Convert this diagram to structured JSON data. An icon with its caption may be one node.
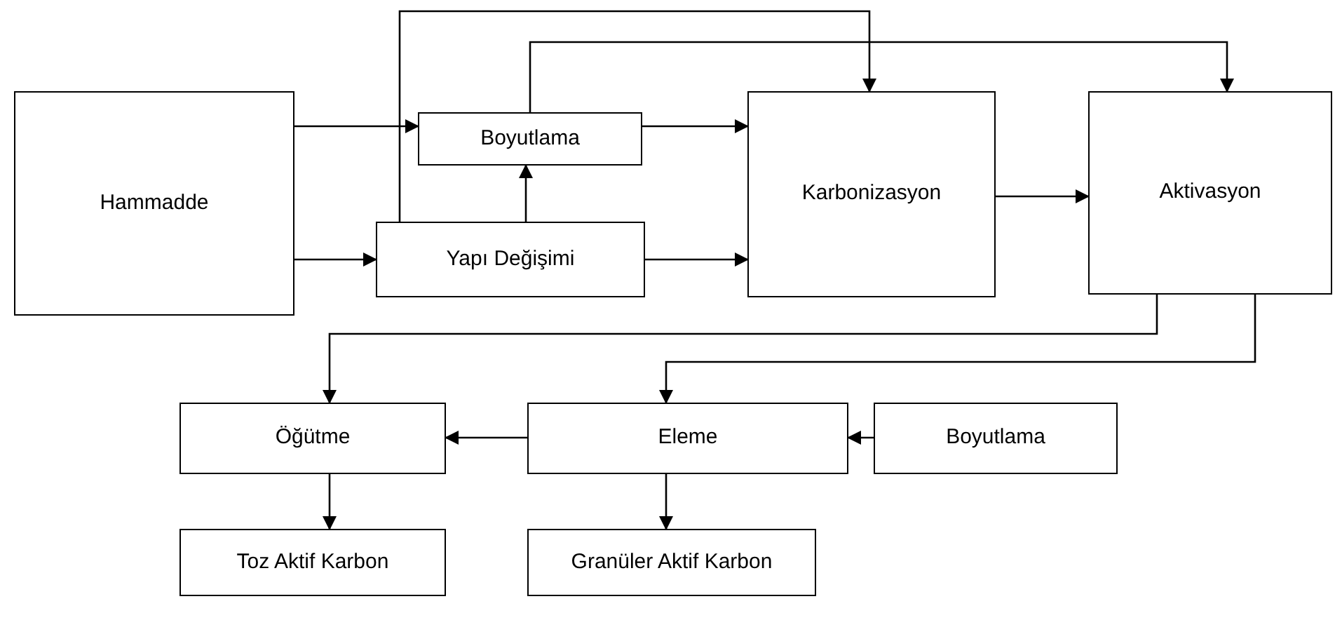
{
  "diagram": {
    "nodes": [
      {
        "text": [
          "Hammadde"
        ]
      },
      {
        "text": [
          "Boyutlama"
        ]
      },
      {
        "text": [
          "Yapı Değişimi"
        ]
      },
      {
        "text": [
          "Karbonizasyon"
        ]
      },
      {
        "text": [
          "Aktivasyon"
        ]
      },
      {
        "text": [
          "Öğütme"
        ]
      },
      {
        "text": [
          "Eleme"
        ]
      },
      {
        "text": [
          "Boyutlama"
        ]
      },
      {
        "text": [
          "Toz Aktif Karbon"
        ]
      },
      {
        "text": [
          "Granüler Aktif Karbon"
        ]
      }
    ],
    "edges": [
      {
        "from": 0,
        "to": 1,
        "arrow": "to"
      },
      {
        "from": 0,
        "to": 2,
        "arrow": "to"
      },
      {
        "from": 2,
        "to": 1,
        "arrow": "to"
      },
      {
        "from": 1,
        "to": 3,
        "arrow": "to"
      },
      {
        "from": 2,
        "to": 3,
        "arrow": "to"
      },
      {
        "from": 2,
        "to": 3,
        "arrow": "to"
      },
      {
        "from": 1,
        "to": 4,
        "arrow": "to"
      },
      {
        "from": 3,
        "to": 4,
        "arrow": "to"
      },
      {
        "from": 4,
        "to": 5,
        "arrow": "to"
      },
      {
        "from": 4,
        "to": 6,
        "arrow": "to"
      },
      {
        "from": 7,
        "to": 6,
        "arrow": "to"
      },
      {
        "from": 6,
        "to": 5,
        "arrow": "to"
      },
      {
        "from": 5,
        "to": 8,
        "arrow": "to"
      },
      {
        "from": 6,
        "to": 9,
        "arrow": "to"
      }
    ]
  }
}
